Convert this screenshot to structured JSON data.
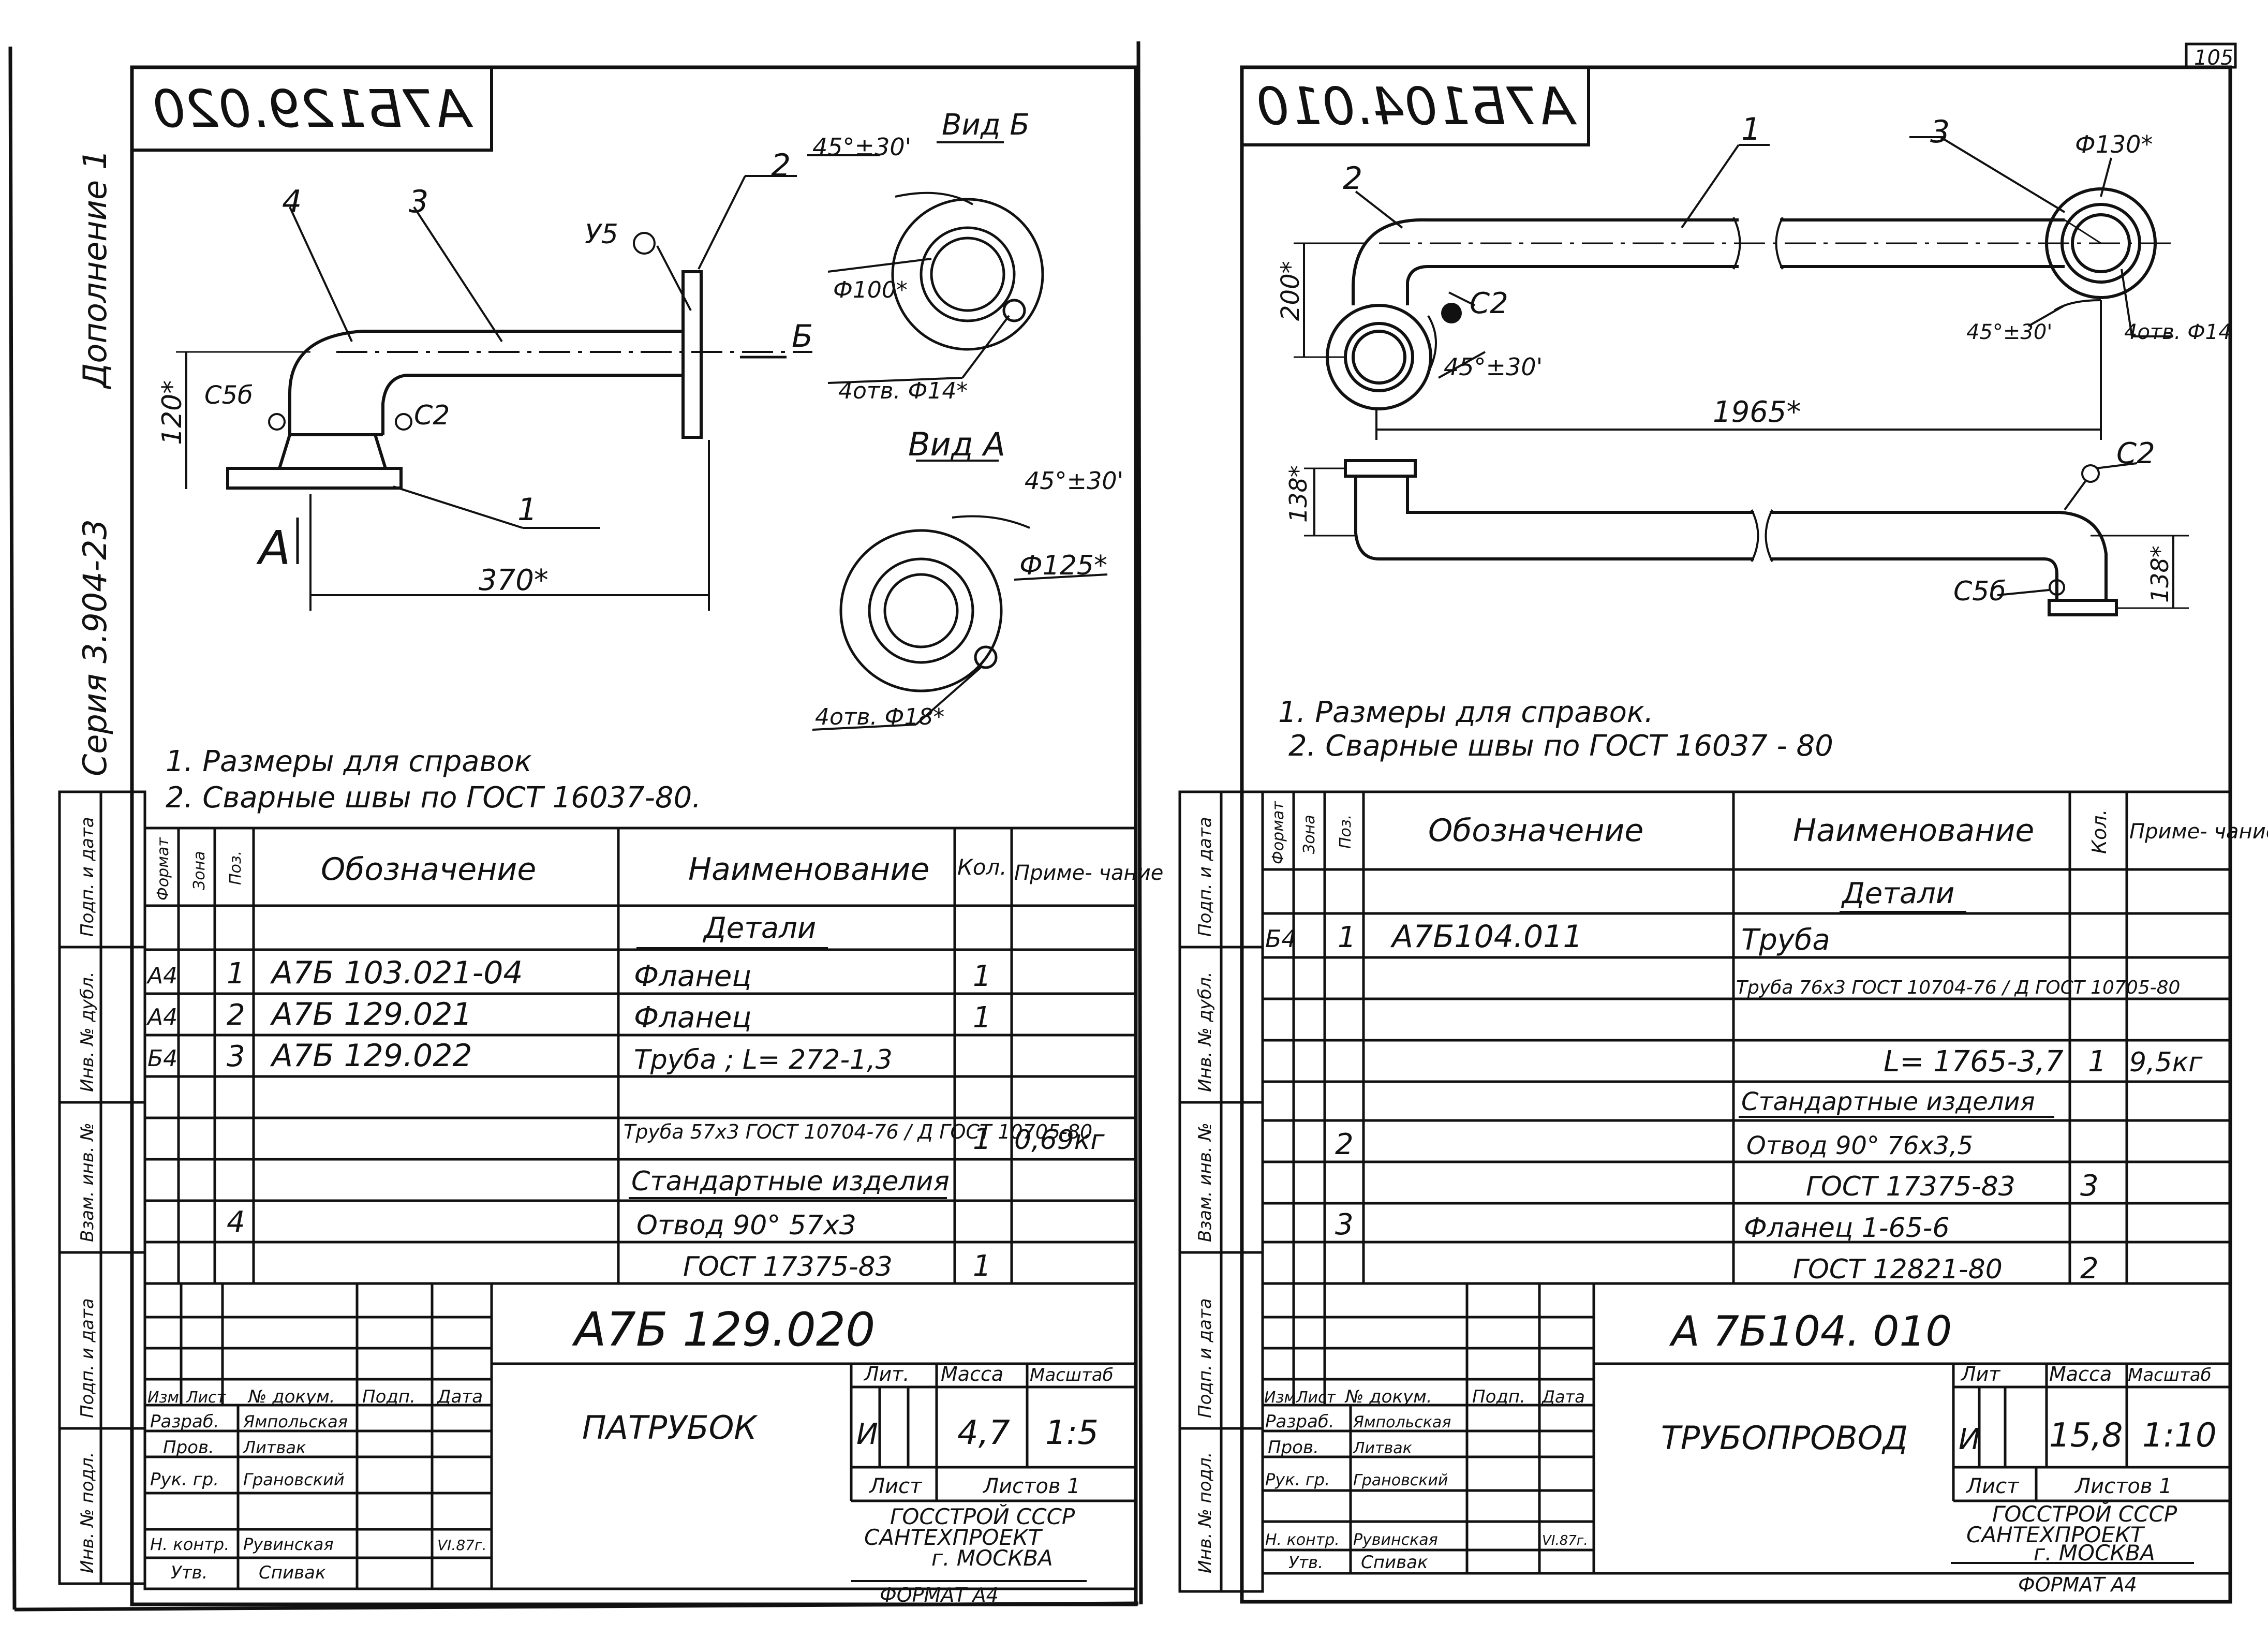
{
  "page_number": "105",
  "series_label": "Серия 3.904-23",
  "addendum_label": "Дополнение 1",
  "side_stamp": {
    "l1": "Инв. № подл.",
    "l2": "Подп. и дата",
    "l3": "Взам. инв. №",
    "l4": "Инв. № дубл.",
    "l5": "Подп. и дата"
  },
  "left": {
    "title_mirrored": "А7Б129.020",
    "detail_labels": {
      "n1": "1",
      "n2": "2",
      "n3": "3",
      "n4": "4",
      "u5": "У5",
      "c2": "С2",
      "c56": "С5б",
      "dim_120": "120*",
      "dim_370": "370*",
      "view_a_arrow": "А",
      "view_b_arrow": "Б"
    },
    "view_b": {
      "title": "Вид Б",
      "angle": "45°±30'",
      "dia": "Ф100*",
      "holes": "4отв. Ф14*"
    },
    "view_a": {
      "title": "Вид А",
      "angle": "45°±30'",
      "dia": "Ф125*",
      "holes": "4отв. Ф18*"
    },
    "notes": [
      "1. Размеры для справок",
      "2. Сварные швы по ГОСТ 16037-80."
    ],
    "spec_headers": {
      "format": "Формат",
      "zone": "Зона",
      "pos": "Поз.",
      "designation": "Обозначение",
      "name": "Наименование",
      "qty": "Кол.",
      "note": "Приме- чание"
    },
    "section_details": "Детали",
    "section_std": "Стандартные изделия",
    "rows": [
      {
        "fmt": "А4",
        "pos": "1",
        "des": "А7Б 103.021-04",
        "name": "Фланец",
        "qty": "1",
        "note": ""
      },
      {
        "fmt": "А4",
        "pos": "2",
        "des": "А7Б 129.021",
        "name": "Фланец",
        "qty": "1",
        "note": ""
      },
      {
        "fmt": "Б4",
        "pos": "3",
        "des": "А7Б 129.022",
        "name": "Труба ; L= 272-1,3",
        "qty": "",
        "note": ""
      },
      {
        "fmt": "",
        "pos": "",
        "des": "",
        "name": "Труба 57x3 ГОСТ 10704-76 / Д ГОСТ 10705-80",
        "qty": "1",
        "note": "0,69кг"
      },
      {
        "fmt": "",
        "pos": "4",
        "des": "",
        "name": "Отвод 90° 57x3",
        "qty": "",
        "note": ""
      },
      {
        "fmt": "",
        "pos": "",
        "des": "",
        "name": "ГОСТ 17375-83",
        "qty": "1",
        "note": ""
      }
    ],
    "tb": {
      "doc_no": "А7Б 129.020",
      "title": "ПАТРУБОК",
      "lit_h": "Лит.",
      "mass_h": "Масса",
      "scale_h": "Масштаб",
      "lit": "И",
      "mass": "4,7",
      "scale": "1:5",
      "sheet": "Лист",
      "sheets": "Листов 1",
      "org1": "ГОССТРОЙ СССР",
      "org2": "САНТЕХПРОЕКТ",
      "org3": "г. МОСКВА",
      "format": "ФОРМАТ А4",
      "hdr": [
        "Изм",
        "Лист",
        "№ докум.",
        "Подп.",
        "Дата"
      ],
      "roles": [
        "Разраб.",
        "Пров.",
        "Рук. гр.",
        "",
        "Н. контр.",
        "Утв."
      ],
      "names": [
        "Ямпольская",
        "Литвак",
        "Грановский",
        "",
        "Рувинская",
        "Спивак"
      ],
      "date": "VI.87г."
    }
  },
  "right": {
    "title_mirrored": "А7Б104.010",
    "detail_labels": {
      "n1": "1",
      "n2": "2",
      "n3": "3",
      "c2a": "С2",
      "c2b": "С2",
      "c56": "С5б",
      "dim_200": "200*",
      "dim_1965": "1965*",
      "dim_138a": "138*",
      "dim_138b": "138*",
      "angle1": "45°±30'",
      "angle2": "45°±30'",
      "dia": "Ф130*",
      "holes": "4отв. Ф14"
    },
    "notes": [
      "1. Размеры для справок.",
      "2. Сварные швы по ГОСТ 16037 - 80"
    ],
    "spec_headers": {
      "format": "Формат",
      "zone": "Зона",
      "pos": "Поз.",
      "designation": "Обозначение",
      "name": "Наименование",
      "qty": "Кол.",
      "note": "Приме- чание"
    },
    "section_details": "Детали",
    "section_std": "Стандартные изделия",
    "rows": [
      {
        "fmt": "Б4",
        "pos": "1",
        "des": "А7Б104.011",
        "name": "Труба",
        "qty": "",
        "note": ""
      },
      {
        "fmt": "",
        "pos": "",
        "des": "",
        "name": "Труба 76x3 ГОСТ 10704-76 / Д ГОСТ 10705-80",
        "qty": "",
        "note": ""
      },
      {
        "fmt": "",
        "pos": "",
        "des": "",
        "name": "L= 1765-3,7",
        "qty": "1",
        "note": "9,5кг"
      },
      {
        "fmt": "",
        "pos": "2",
        "des": "",
        "name": "Отвод 90° 76x3,5",
        "qty": "",
        "note": ""
      },
      {
        "fmt": "",
        "pos": "",
        "des": "",
        "name": "ГОСТ 17375-83",
        "qty": "3",
        "note": ""
      },
      {
        "fmt": "",
        "pos": "3",
        "des": "",
        "name": "Фланец 1-65-6",
        "qty": "",
        "note": ""
      },
      {
        "fmt": "",
        "pos": "",
        "des": "",
        "name": "ГОСТ 12821-80",
        "qty": "2",
        "note": ""
      }
    ],
    "tb": {
      "doc_no": "А 7Б104. 010",
      "title": "ТРУБОПРОВОД",
      "lit_h": "Лит",
      "mass_h": "Масса",
      "scale_h": "Масштаб",
      "lit": "И",
      "mass": "15,8",
      "scale": "1:10",
      "sheet": "Лист",
      "sheets": "Листов 1",
      "org1": "ГОССТРОЙ СССР",
      "org2": "САНТЕХПРОЕКТ",
      "org3": "г. МОСКВА",
      "format": "ФОРМАТ А4",
      "hdr": [
        "Изм",
        "Лист",
        "№ докум.",
        "Подп.",
        "Дата"
      ],
      "roles": [
        "Разраб.",
        "Пров.",
        "Рук. гр.",
        "",
        "Н. контр.",
        "Утв."
      ],
      "names": [
        "Ямпольская",
        "Литвак",
        "Грановский",
        "",
        "Рувинская",
        "Спивак"
      ],
      "date": "VI.87г."
    }
  }
}
